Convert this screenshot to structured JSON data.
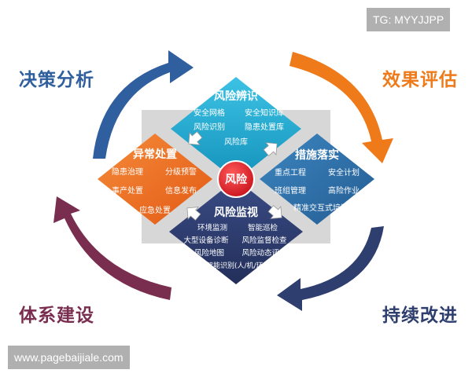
{
  "watermark_top": "TG: MYYJJPP",
  "watermark_bottom": "www.pagebaijiale.com",
  "corners": {
    "top_left": "决策分析",
    "top_right": "效果评估",
    "bottom_left": "体系建设",
    "bottom_right": "持续改进"
  },
  "center": "风险",
  "quadrants": {
    "top": {
      "title": "风险辨识",
      "items": [
        "安全网格",
        "安全知识库",
        "风险识别",
        "隐患处置库",
        "风险库"
      ]
    },
    "left": {
      "title": "异常处置",
      "items": [
        "隐患治理",
        "分级预警",
        "事产处置",
        "信息发布",
        "应急处置"
      ]
    },
    "right": {
      "title": "措施落实",
      "items": [
        "重点工程",
        "安全计划",
        "班组管理",
        "高险作业",
        "精准交互式培训"
      ]
    },
    "bottom": {
      "title": "风险监视",
      "items": [
        "环境监测",
        "智能巡检",
        "大型设备诊断",
        "风险监督检查",
        "风险地图",
        "风险动态评估",
        "智能识别(人/机/环)"
      ]
    }
  },
  "colors": {
    "top": "#1aa3c9",
    "left": "#ee6a22",
    "right": "#2c6fa6",
    "bottom": "#2d3c6e",
    "center": "#e3212a",
    "arrow_blue": "#2f5f9e",
    "arrow_orange": "#ef7a1a",
    "arrow_maroon": "#7a2e4f",
    "arrow_navy": "#2e3e6e",
    "label_blue": "#2f5f9e",
    "label_orange": "#ef7a1a",
    "label_maroon": "#7a2e4f",
    "label_navy": "#2e3e6e"
  }
}
